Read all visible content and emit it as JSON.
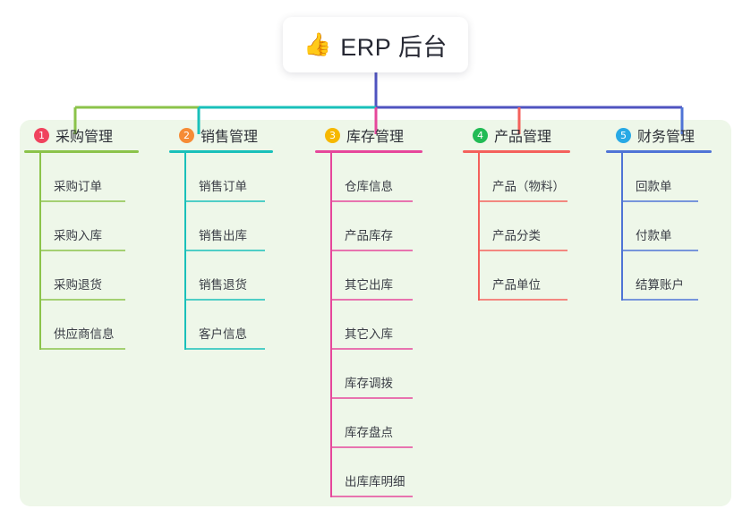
{
  "root": {
    "icon": "thumbs-up-icon",
    "icon_glyph": "👍",
    "label": "ERP 后台"
  },
  "panel": {
    "background": "#eef7e9"
  },
  "columns": [
    {
      "index": "1",
      "badge_color": "#f0435e",
      "line_color": "#8bc34a",
      "title": "采购管理",
      "items": [
        "采购订单",
        "采购入库",
        "采购退货",
        "供应商信息"
      ]
    },
    {
      "index": "2",
      "badge_color": "#f68b35",
      "line_color": "#19c0ba",
      "title": "销售管理",
      "items": [
        "销售订单",
        "销售出库",
        "销售退货",
        "客户信息"
      ]
    },
    {
      "index": "3",
      "badge_color": "#f6b800",
      "line_color": "#e6479b",
      "title": "库存管理",
      "items": [
        "仓库信息",
        "产品库存",
        "其它出库",
        "其它入库",
        "库存调拨",
        "库存盘点",
        "出库库明细"
      ]
    },
    {
      "index": "4",
      "badge_color": "#22bb55",
      "line_color": "#f4615c",
      "title": "产品管理",
      "items": [
        "产品（物料）",
        "产品分类",
        "产品单位"
      ]
    },
    {
      "index": "5",
      "badge_color": "#28a9e5",
      "line_color": "#4f74d6",
      "title": "财务管理",
      "items": [
        "回款单",
        "付款单",
        "结算账户"
      ]
    }
  ],
  "connector": {
    "trunk_color": "#4f53c0",
    "bar_segments": [
      {
        "color": "#8bc34a"
      },
      {
        "color": "#19c0ba"
      },
      {
        "color": "#4f53c0"
      },
      {
        "color": "#4f53c0"
      }
    ],
    "drops": [
      {
        "color": "#8bc34a"
      },
      {
        "color": "#19c0ba"
      },
      {
        "color": "#e6479b"
      },
      {
        "color": "#f4615c"
      },
      {
        "color": "#4f74d6"
      }
    ]
  }
}
